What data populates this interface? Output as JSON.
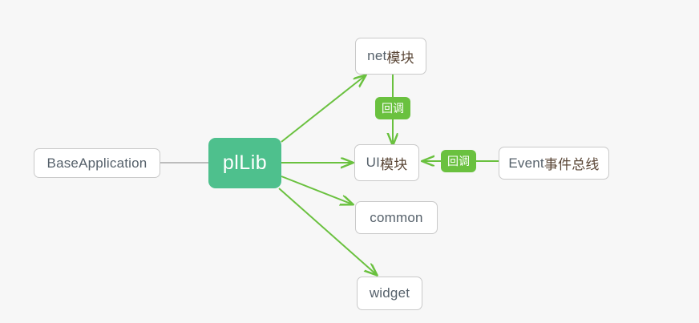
{
  "diagram": {
    "type": "node-link-architecture",
    "background_color": "#f7f7f7",
    "root": {
      "id": "pllib",
      "label": "plLib",
      "fill": "#4ec08d",
      "text_color": "#ffffff"
    },
    "nodes": [
      {
        "id": "baseapplication",
        "label": "BaseApplication",
        "label_latin": "BaseApplication",
        "label_cjk": ""
      },
      {
        "id": "net-module",
        "label": "net模块",
        "label_latin": "net",
        "label_cjk": "模块"
      },
      {
        "id": "ui-module",
        "label": "UI模块",
        "label_latin": "UI",
        "label_cjk": "模块"
      },
      {
        "id": "common",
        "label": "common",
        "label_latin": "common",
        "label_cjk": ""
      },
      {
        "id": "widget",
        "label": "widget",
        "label_latin": "widget",
        "label_cjk": ""
      },
      {
        "id": "event-bus",
        "label": "Event事件总线",
        "label_latin": "Event",
        "label_cjk": "事件总线"
      }
    ],
    "badges": [
      {
        "id": "callback-net-ui",
        "label": "回调",
        "fill": "#6ac13f"
      },
      {
        "id": "callback-event-ui",
        "label": "回调",
        "fill": "#6ac13f"
      }
    ],
    "edges": [
      {
        "from": "baseapplication",
        "to": "pllib",
        "style": "plain-line",
        "color": "#a8a8a8",
        "arrow": false
      },
      {
        "from": "pllib",
        "to": "net-module",
        "style": "arrow",
        "color": "#6ac13f",
        "arrow": true
      },
      {
        "from": "pllib",
        "to": "ui-module",
        "style": "arrow",
        "color": "#6ac13f",
        "arrow": true
      },
      {
        "from": "pllib",
        "to": "common",
        "style": "arrow",
        "color": "#6ac13f",
        "arrow": true
      },
      {
        "from": "pllib",
        "to": "widget",
        "style": "arrow",
        "color": "#6ac13f",
        "arrow": true
      },
      {
        "from": "net-module",
        "to": "ui-module",
        "style": "arrow",
        "color": "#6ac13f",
        "arrow": true,
        "label": "回调"
      },
      {
        "from": "event-bus",
        "to": "ui-module",
        "style": "arrow",
        "color": "#6ac13f",
        "arrow": true,
        "label": "回调"
      }
    ],
    "colors": {
      "edge_green": "#6ac13f",
      "edge_gray": "#a8a8a8",
      "node_border": "#c9c9c9",
      "node_fill": "#ffffff",
      "node_text": "#56616b",
      "node_text_cjk": "#5a4636",
      "root_fill": "#4ec08d",
      "badge_fill": "#6ac13f",
      "background": "#f7f7f7"
    }
  }
}
